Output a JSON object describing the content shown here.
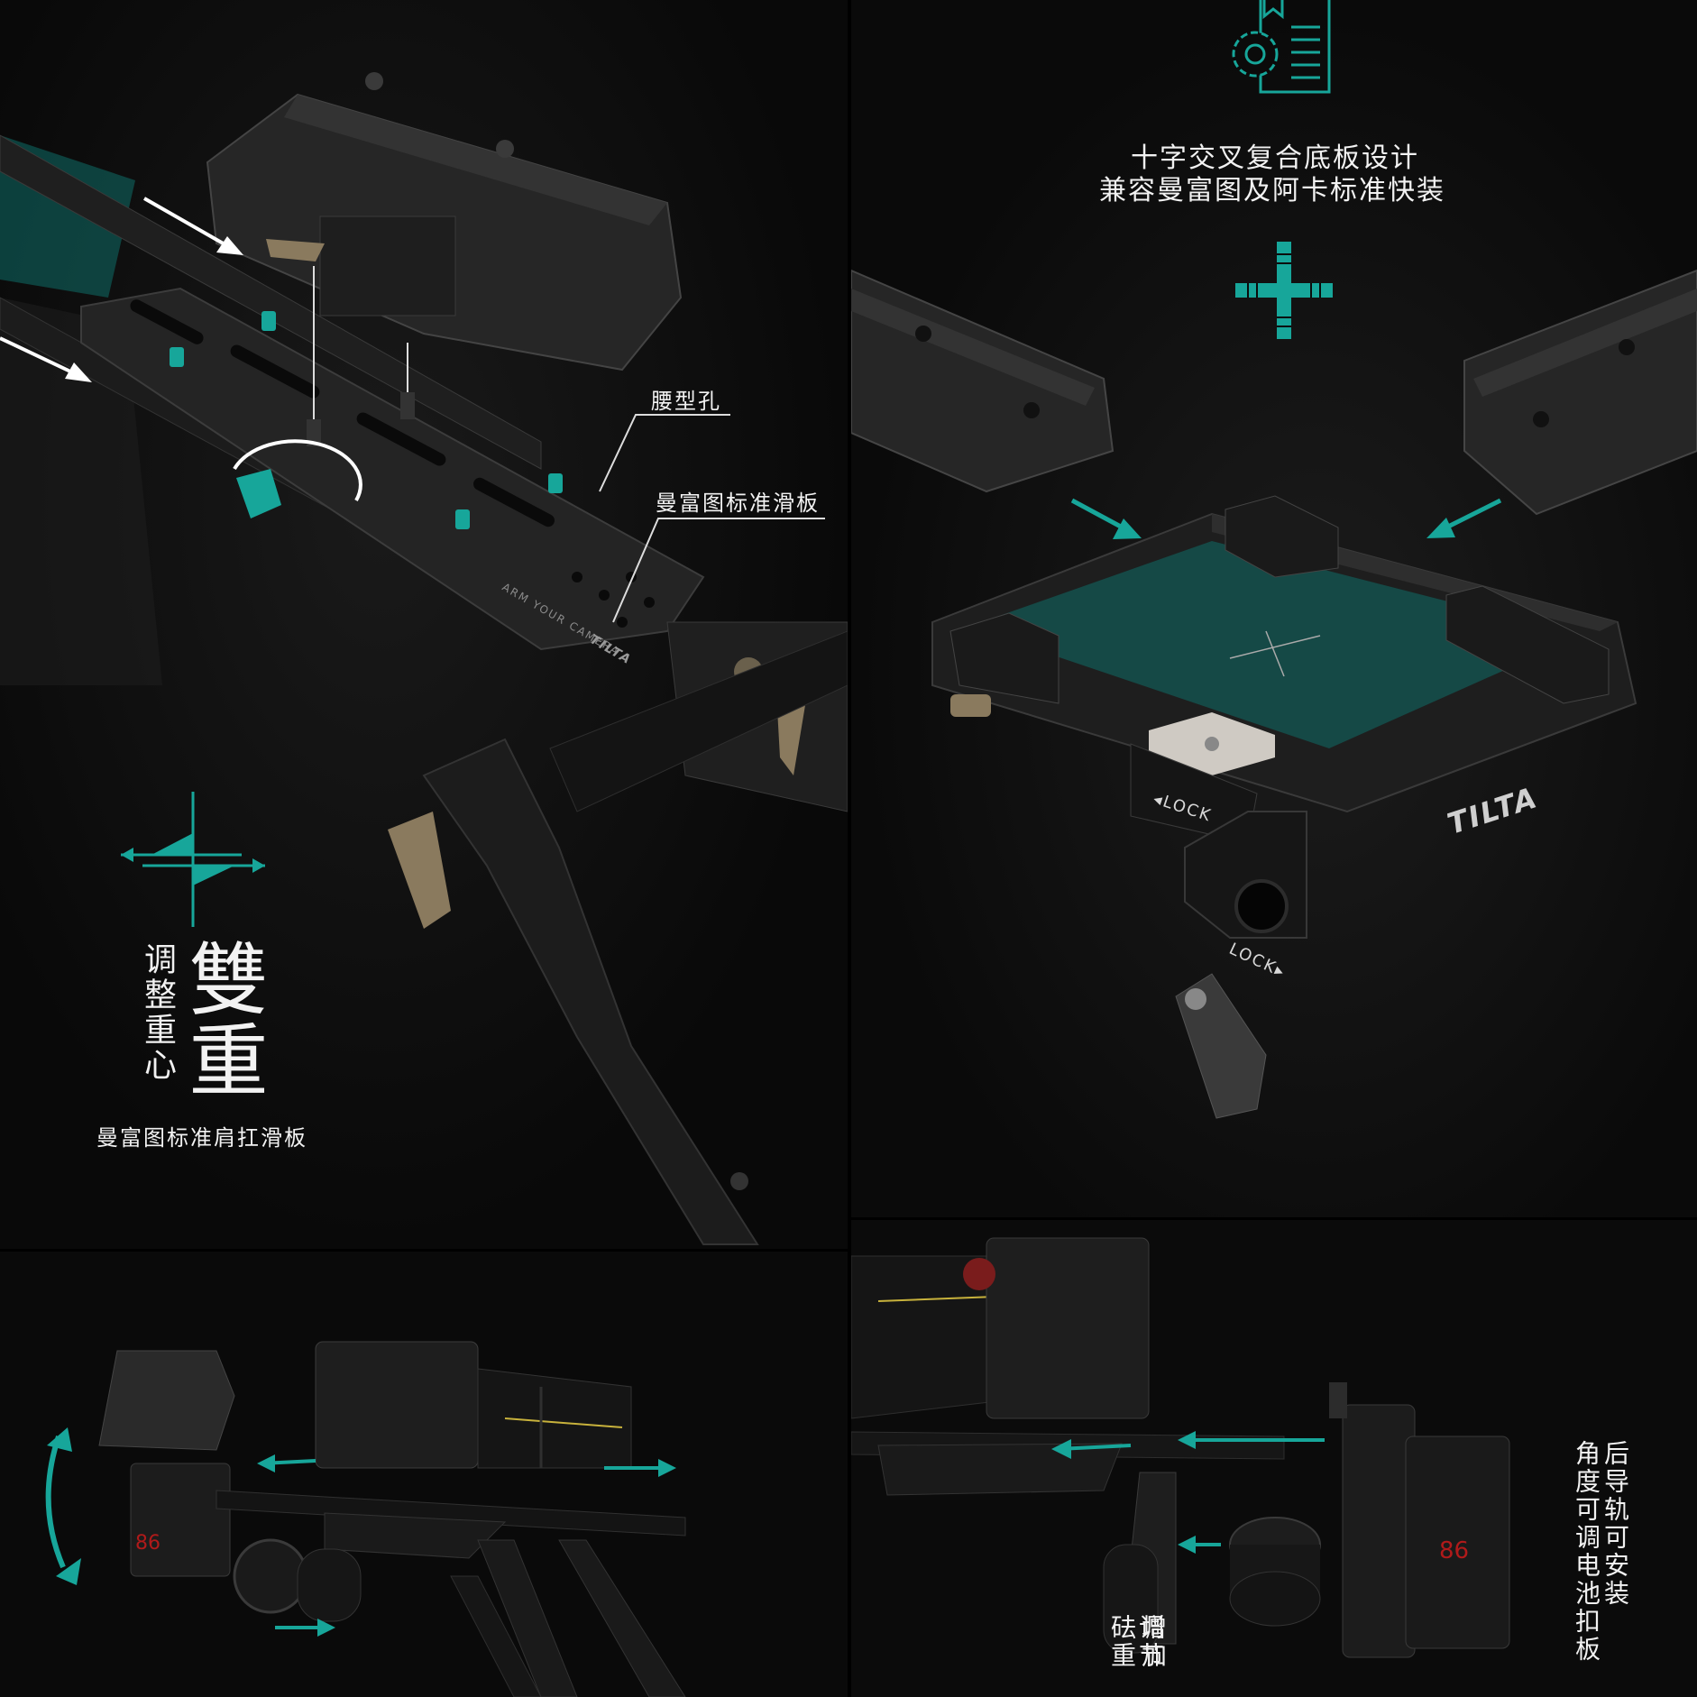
{
  "colors": {
    "accent": "#17a69a",
    "background": "#0b0b0b",
    "metal": "#2a2a2a",
    "bronze": "#8a7a5e"
  },
  "icons": [
    "certificate-gear-icon",
    "cross-mark-icon",
    "balance-arrows-icon"
  ],
  "top_left": {
    "callout_waist_hole": "腰型孔",
    "callout_rail": "曼富图标准滑板",
    "engraving_arm": "ARM YOUR CAMERA",
    "brand": "TILTA",
    "heading_big": "雙重",
    "heading_small": "调整重心",
    "subtitle": "曼富图标准肩扛滑板"
  },
  "top_right": {
    "title_line1": "十字交叉复合底板设计",
    "title_line2": "兼容曼富图及阿卡标准快装",
    "brand": "TILTA",
    "lock_top": "LOCK",
    "lock_bottom": "LOCK"
  },
  "bottom_left": {
    "battery_number": "86"
  },
  "bottom_right": {
    "caption_rail": "后导轨可安装",
    "caption_rail_2": "角度可调电池扣板",
    "caption_weight": "调节",
    "caption_weight_2": "增加砝重",
    "battery_number": "86"
  }
}
